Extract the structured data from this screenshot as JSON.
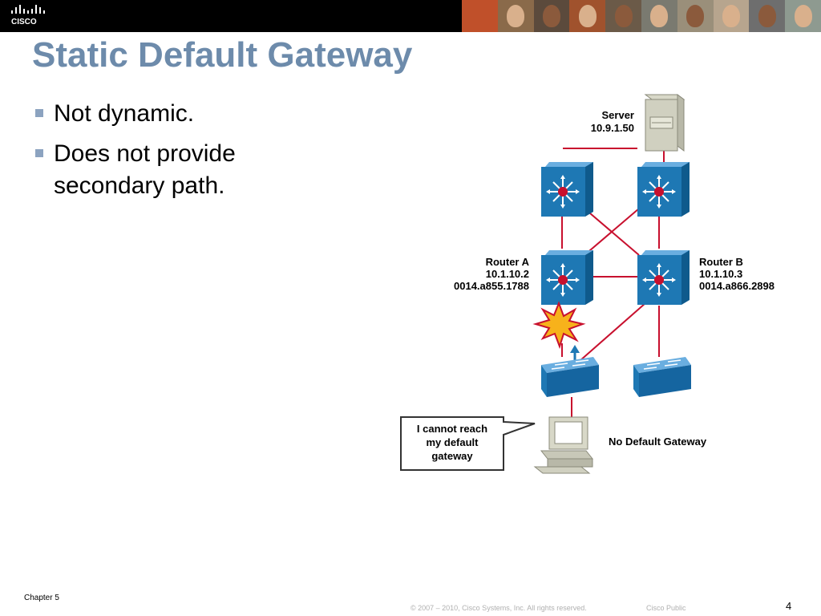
{
  "header": {
    "brand": "CISCO",
    "photo_colors": [
      "#c0502a",
      "#8a6a4a",
      "#5b4a3c",
      "#a0522d",
      "#6b5a48",
      "#7a7a70",
      "#9a8f7a",
      "#b7a58e",
      "#6e6e6e",
      "#8e9a90"
    ]
  },
  "slide": {
    "title": "Static Default Gateway",
    "bullets": [
      "Not dynamic.",
      "Does not provide secondary path."
    ]
  },
  "diagram": {
    "server_label": "Server",
    "server_ip": "10.9.1.50",
    "router_a": {
      "name": "Router A",
      "ip": "10.1.10.2",
      "mac": "0014.a855.1788"
    },
    "router_b": {
      "name": "Router B",
      "ip": "10.1.10.3",
      "mac": "0014.a866.2898"
    },
    "callout_lines": [
      "I cannot reach",
      "my default",
      "gateway"
    ],
    "pc_label": "No Default Gateway",
    "colors": {
      "device_blue": "#1e78b4",
      "link_red": "#c8102e",
      "burst": "#f7b21b"
    }
  },
  "footer": {
    "chapter": "Chapter 5",
    "copyright": "© 2007 – 2010, Cisco Systems, Inc. All rights reserved.",
    "classification": "Cisco Public",
    "page_number": "4"
  }
}
